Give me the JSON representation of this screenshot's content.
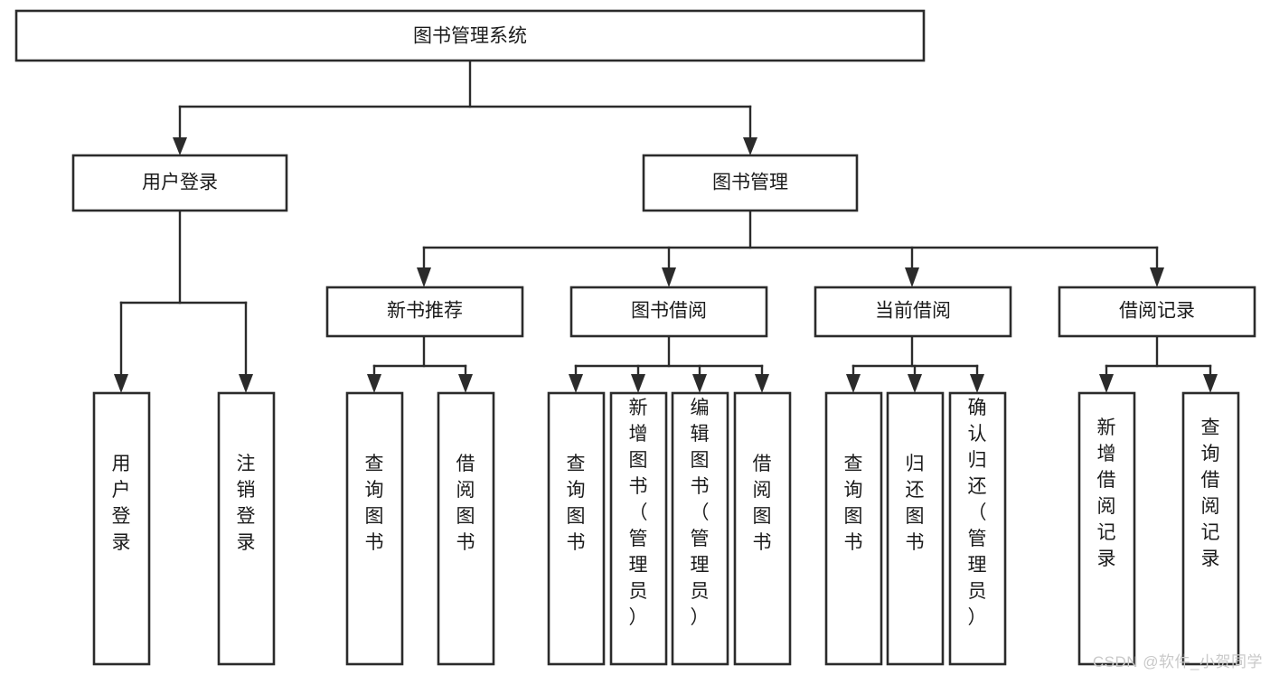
{
  "diagram": {
    "type": "tree",
    "title": "图书管理系统",
    "orientation": "top-down",
    "edge_style": "orthogonal-arrow",
    "colors": {
      "box_fill": "#ffffff",
      "box_stroke": "#2b2b2b",
      "text": "#1b1b1b",
      "watermark": "#c9c9c9"
    },
    "nodes": {
      "root": {
        "label": "图书管理系统",
        "level": 0,
        "orientation": "horizontal"
      },
      "n_user_login": {
        "label": "用户登录",
        "level": 1,
        "orientation": "horizontal"
      },
      "n_book_manage": {
        "label": "图书管理",
        "level": 1,
        "orientation": "horizontal"
      },
      "n_new_book_rec": {
        "label": "新书推荐",
        "level": 2,
        "orientation": "horizontal"
      },
      "n_book_borrow": {
        "label": "图书借阅",
        "level": 2,
        "orientation": "horizontal"
      },
      "n_current_borrow": {
        "label": "当前借阅",
        "level": 2,
        "orientation": "horizontal"
      },
      "n_borrow_record": {
        "label": "借阅记录",
        "level": 2,
        "orientation": "horizontal"
      },
      "l_user_login": {
        "label": "用户登录",
        "level": 3,
        "orientation": "vertical"
      },
      "l_logout": {
        "label": "注销登录",
        "level": 3,
        "orientation": "vertical"
      },
      "l_query_book_1": {
        "label": "查询图书",
        "level": 3,
        "orientation": "vertical"
      },
      "l_borrow_book_1": {
        "label": "借阅图书",
        "level": 3,
        "orientation": "vertical"
      },
      "l_query_book_2": {
        "label": "查询图书",
        "level": 3,
        "orientation": "vertical"
      },
      "l_add_book": {
        "label": "新增图书（管理员）",
        "level": 3,
        "orientation": "vertical"
      },
      "l_edit_book": {
        "label": "编辑图书（管理员）",
        "level": 3,
        "orientation": "vertical"
      },
      "l_borrow_book_2": {
        "label": "借阅图书",
        "level": 3,
        "orientation": "vertical"
      },
      "l_query_book_3": {
        "label": "查询图书",
        "level": 3,
        "orientation": "vertical"
      },
      "l_return_book": {
        "label": "归还图书",
        "level": 3,
        "orientation": "vertical"
      },
      "l_confirm_return": {
        "label": "确认归还（管理员）",
        "level": 3,
        "orientation": "vertical"
      },
      "l_add_record": {
        "label": "新增借阅记录",
        "level": 3,
        "orientation": "vertical"
      },
      "l_query_record": {
        "label": "查询借阅记录",
        "level": 3,
        "orientation": "vertical"
      }
    },
    "edges": [
      {
        "from": "root",
        "to": "n_user_login"
      },
      {
        "from": "root",
        "to": "n_book_manage"
      },
      {
        "from": "n_user_login",
        "to": "l_user_login"
      },
      {
        "from": "n_user_login",
        "to": "l_logout"
      },
      {
        "from": "n_book_manage",
        "to": "n_new_book_rec"
      },
      {
        "from": "n_book_manage",
        "to": "n_book_borrow"
      },
      {
        "from": "n_book_manage",
        "to": "n_current_borrow"
      },
      {
        "from": "n_book_manage",
        "to": "n_borrow_record"
      },
      {
        "from": "n_new_book_rec",
        "to": "l_query_book_1"
      },
      {
        "from": "n_new_book_rec",
        "to": "l_borrow_book_1"
      },
      {
        "from": "n_book_borrow",
        "to": "l_query_book_2"
      },
      {
        "from": "n_book_borrow",
        "to": "l_add_book"
      },
      {
        "from": "n_book_borrow",
        "to": "l_edit_book"
      },
      {
        "from": "n_book_borrow",
        "to": "l_borrow_book_2"
      },
      {
        "from": "n_current_borrow",
        "to": "l_query_book_3"
      },
      {
        "from": "n_current_borrow",
        "to": "l_return_book"
      },
      {
        "from": "n_current_borrow",
        "to": "l_confirm_return"
      },
      {
        "from": "n_borrow_record",
        "to": "l_add_record"
      },
      {
        "from": "n_borrow_record",
        "to": "l_query_record"
      }
    ]
  },
  "watermark": {
    "text": "CSDN @软件_小贺同学"
  }
}
